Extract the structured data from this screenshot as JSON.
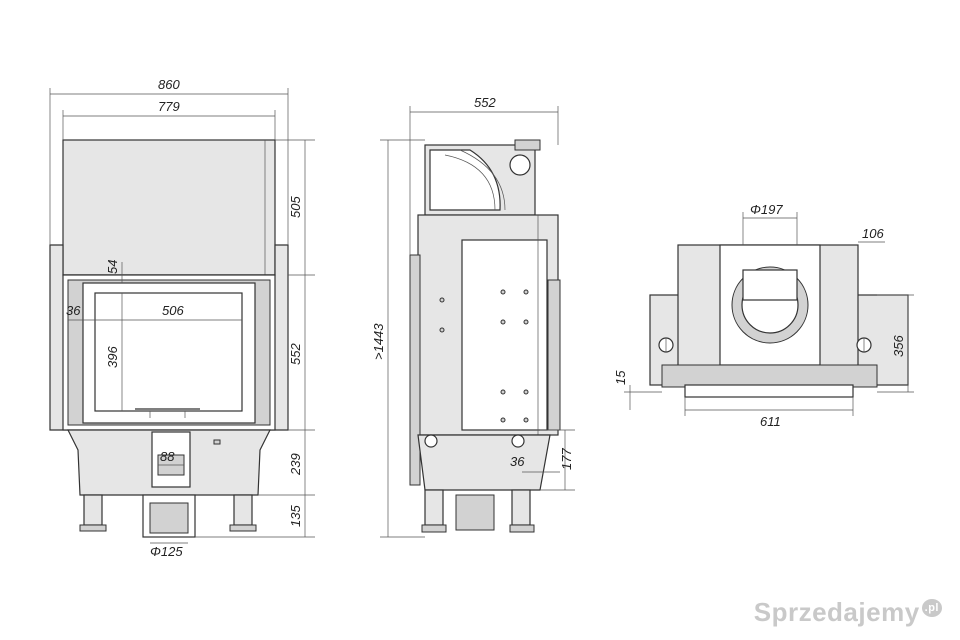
{
  "front_view": {
    "dims": {
      "overall_width": "860",
      "top_width": "779",
      "top_height": "505",
      "door_height": "552",
      "base_height": "239",
      "leg_height": "135",
      "glass_width": "506",
      "glass_height": "396",
      "frame_side": "36",
      "frame_top": "54",
      "air_inlet_width": "88",
      "air_inlet_diameter": "Φ125"
    }
  },
  "side_view": {
    "dims": {
      "depth": "552",
      "total_height": ">1443",
      "inlet_offset": "36",
      "inlet_height": "177"
    }
  },
  "top_view": {
    "dims": {
      "flue_diameter": "Φ197",
      "side_offset": "106",
      "depth": "356",
      "edge": "15",
      "width": "611"
    }
  },
  "watermark": {
    "text": "Sprzedajemy",
    "tld": ".pl"
  }
}
